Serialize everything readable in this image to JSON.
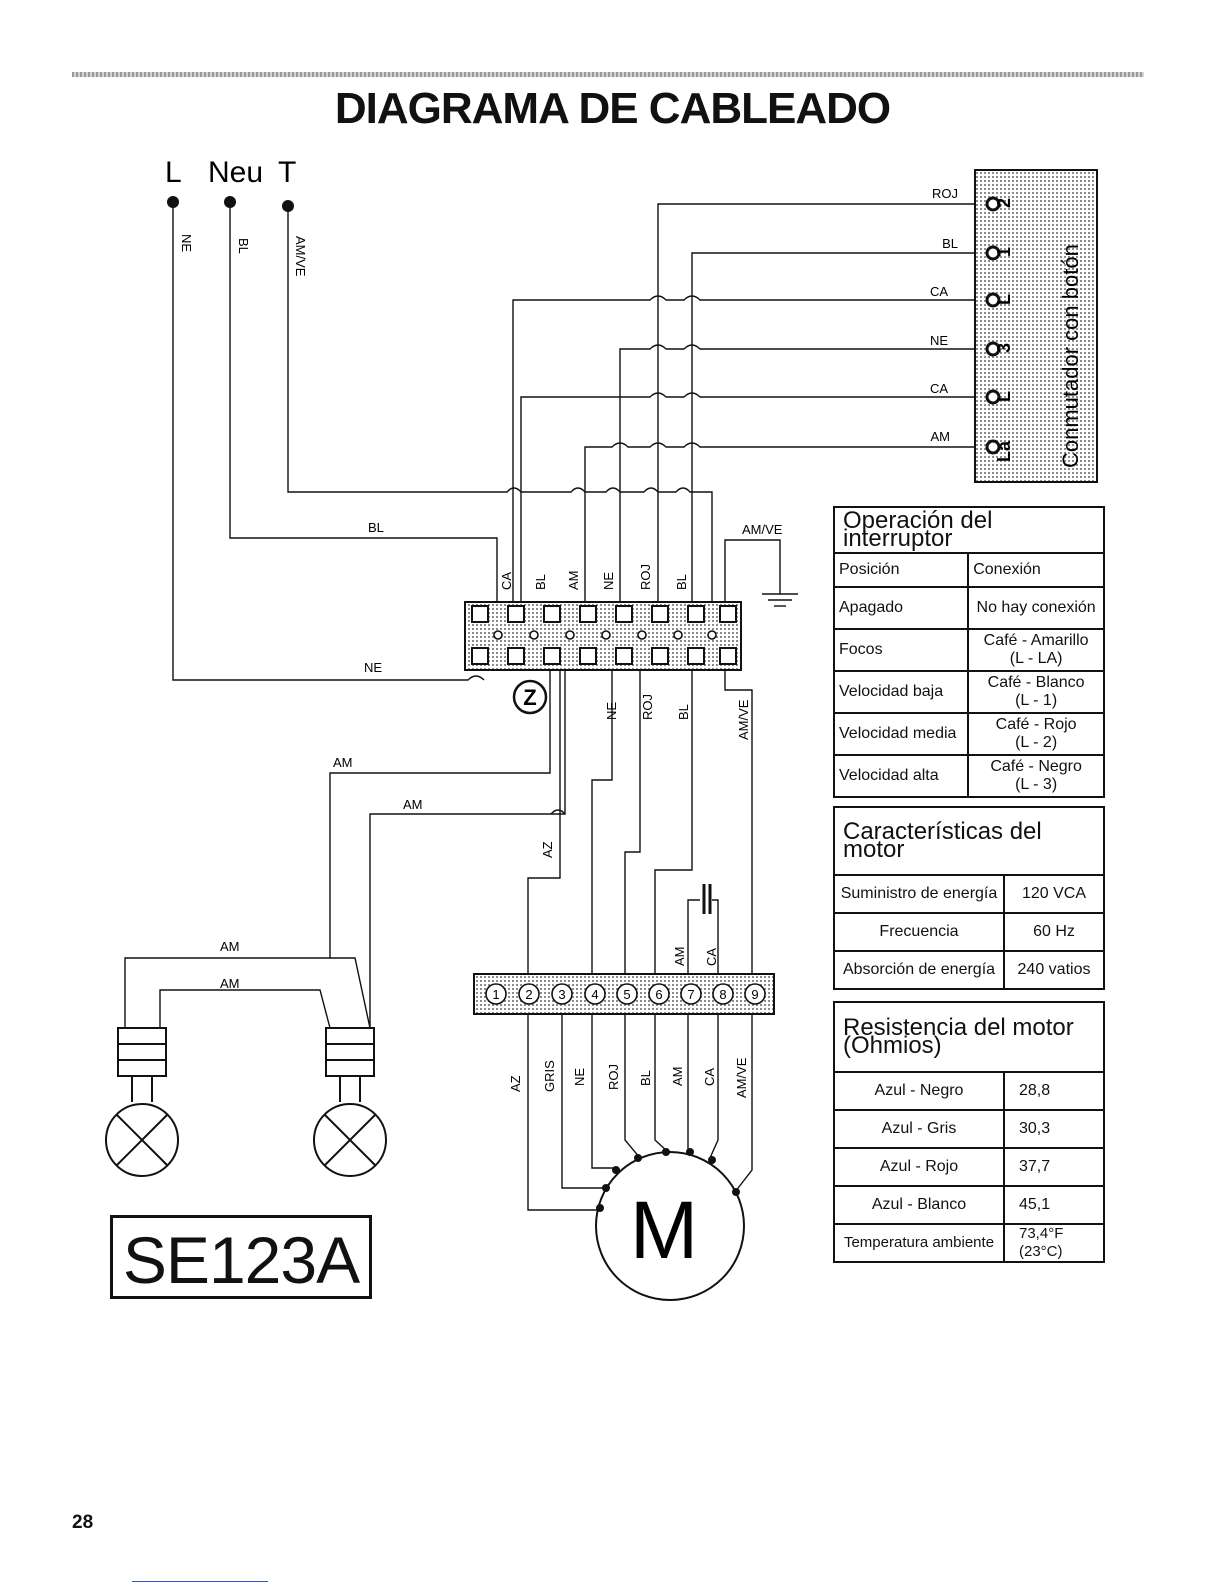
{
  "title": "DIAGRAMA DE CABLEADO",
  "page_number": "28",
  "model": "SE123A",
  "supply_terminals": [
    "L",
    "Neu",
    "T"
  ],
  "supply_wire_labels": [
    "NE",
    "BL",
    "AM/VE"
  ],
  "switch": {
    "label": "Conmutador con botón",
    "wire_labels": [
      "ROJ",
      "BL",
      "CA",
      "NE",
      "CA",
      "AM"
    ],
    "terminal_labels": [
      "2",
      "1",
      "L",
      "3",
      "L",
      "La"
    ]
  },
  "block_top_labels": [
    "CA",
    "BL",
    "AM",
    "NE",
    "ROJ",
    "BL"
  ],
  "block_bottom_labels": [
    "NE",
    "ROJ",
    "BL",
    "AM/VE"
  ],
  "wire_labels": {
    "bl": "BL",
    "amve": "AM/VE",
    "ne": "NE",
    "am1": "AM",
    "am2": "AM",
    "am3": "AM",
    "am4": "AM",
    "az": "AZ",
    "cap_am": "AM",
    "cap_ca": "CA"
  },
  "z_label": "Z",
  "motor_label": "M",
  "motor_terminals": [
    "1",
    "2",
    "3",
    "4",
    "5",
    "6",
    "7",
    "8",
    "9"
  ],
  "motor_wire_labels": [
    "AZ",
    "GRIS",
    "NE",
    "ROJ",
    "BL",
    "AM",
    "CA",
    "AM/VE"
  ],
  "switch_operation": {
    "title": "Operación del interruptor",
    "headers": [
      "Posición",
      "Conexión"
    ],
    "rows": [
      {
        "position": "Apagado",
        "connection": "No hay conexión",
        "pair": ""
      },
      {
        "position": "Focos",
        "connection": "Café - Amarillo",
        "pair": "(L - LA)"
      },
      {
        "position": "Velocidad baja",
        "connection": "Café - Blanco",
        "pair": "(L - 1)"
      },
      {
        "position": "Velocidad media",
        "connection": "Café - Rojo",
        "pair": "(L - 2)"
      },
      {
        "position": "Velocidad alta",
        "connection": "Café - Negro",
        "pair": "(L - 3)"
      }
    ]
  },
  "motor_characteristics": {
    "title": "Características del motor",
    "rows": [
      {
        "name": "Suministro de energía",
        "value": "120 VCA"
      },
      {
        "name": "Frecuencia",
        "value": "60 Hz"
      },
      {
        "name": "Absorción de energía",
        "value": "240 vatios"
      }
    ]
  },
  "motor_resistance": {
    "title": "Resistencia del motor",
    "subtitle": "(Ohmios)",
    "rows": [
      {
        "pair": "Azul - Negro",
        "value": "28,8"
      },
      {
        "pair": "Azul - Gris",
        "value": "30,3"
      },
      {
        "pair": "Azul - Rojo",
        "value": "37,7"
      },
      {
        "pair": "Azul - Blanco",
        "value": "45,1"
      },
      {
        "pair": "Temperatura ambiente",
        "value": "73,4°F (23°C)"
      }
    ]
  }
}
